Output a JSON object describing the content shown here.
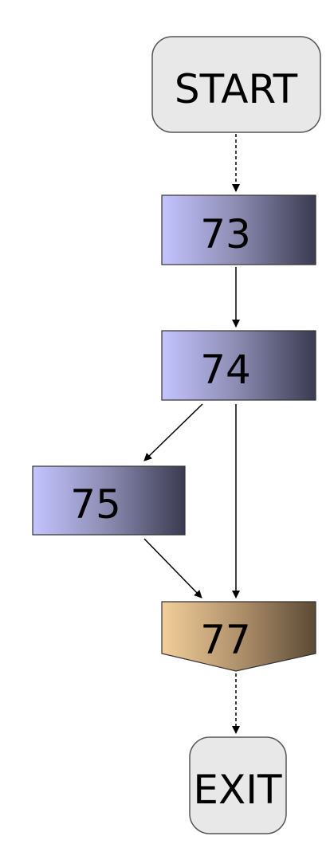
{
  "flowchart": {
    "start_label": "START",
    "exit_label": "EXIT",
    "nodes": [
      {
        "id": "73",
        "label": "73"
      },
      {
        "id": "74",
        "label": "74"
      },
      {
        "id": "75",
        "label": "75"
      },
      {
        "id": "77",
        "label": "77"
      }
    ],
    "edges": [
      {
        "from": "START",
        "to": "73",
        "style": "dashed"
      },
      {
        "from": "73",
        "to": "74",
        "style": "solid"
      },
      {
        "from": "74",
        "to": "75",
        "style": "solid"
      },
      {
        "from": "74",
        "to": "77",
        "style": "solid"
      },
      {
        "from": "75",
        "to": "77",
        "style": "solid"
      },
      {
        "from": "77",
        "to": "EXIT",
        "style": "dashed"
      }
    ]
  }
}
